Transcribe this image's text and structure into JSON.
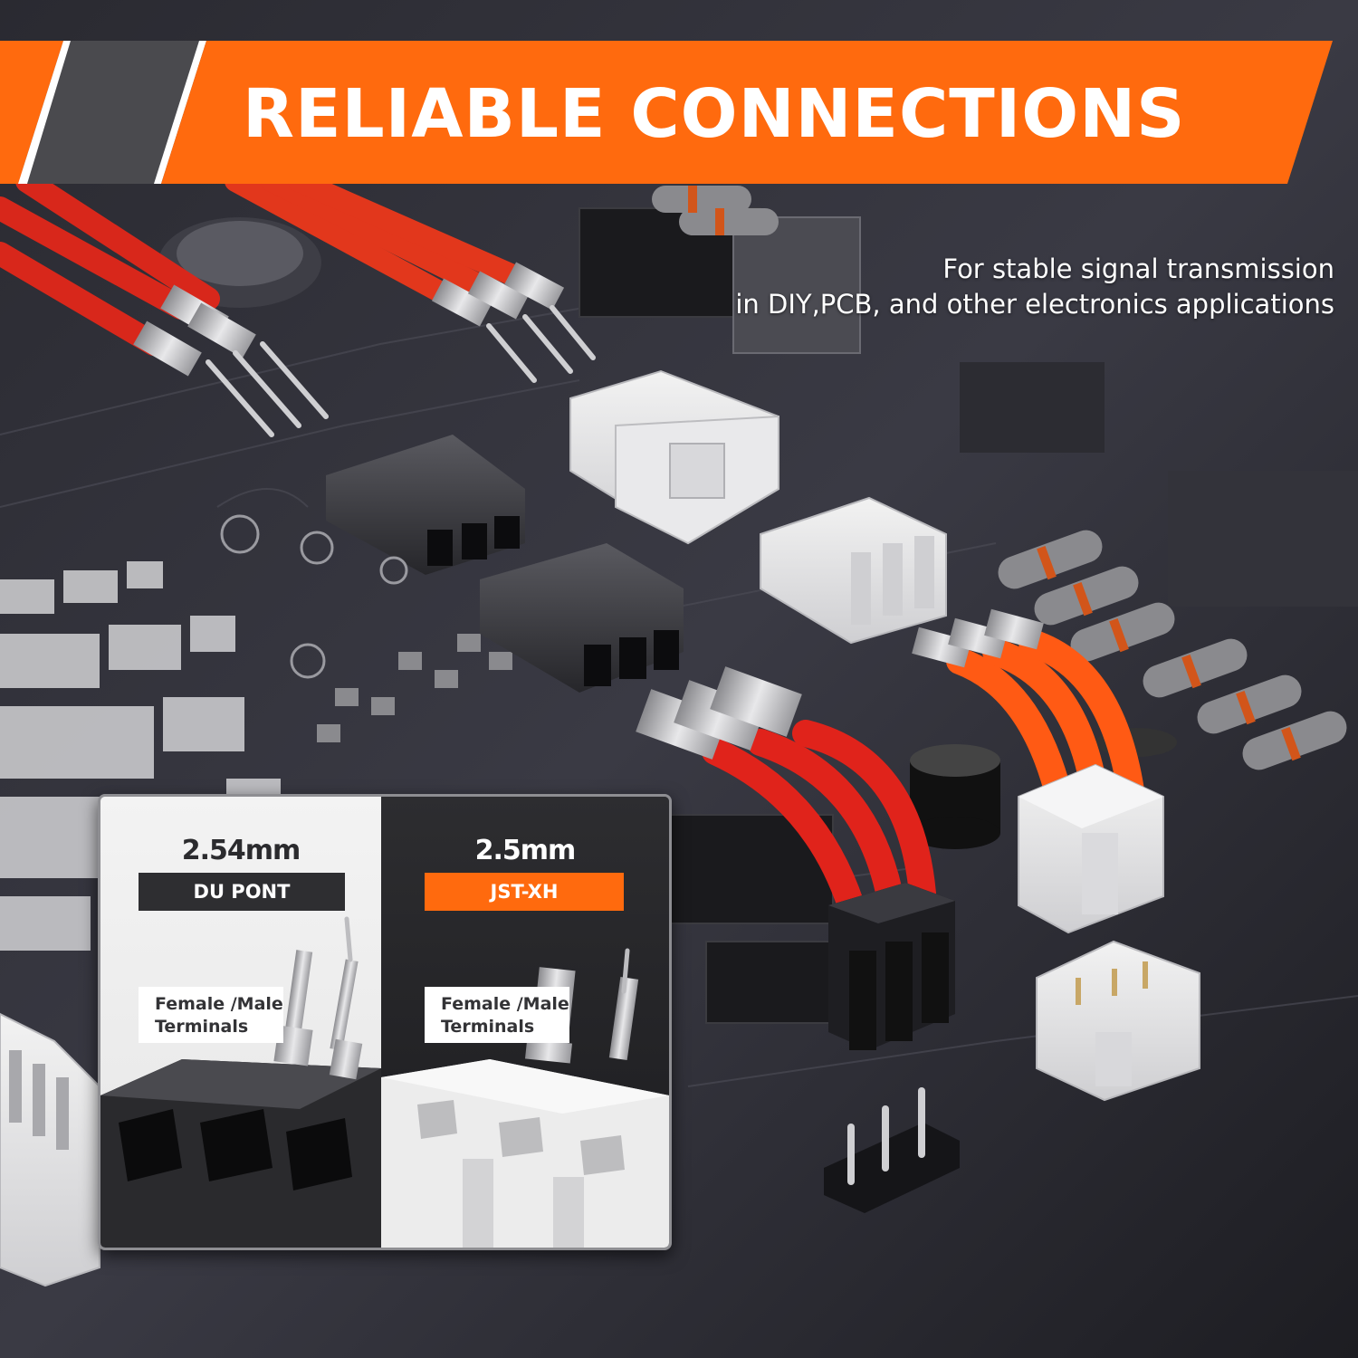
{
  "banner": {
    "title": "RELIABLE CONNECTIONS",
    "colors": {
      "orange": "#ff6a0e",
      "dark": "#4a4a4e",
      "white": "#ffffff"
    }
  },
  "subtitle": {
    "line1": "For stable signal transmission",
    "line2": "in DIY,PCB, and other electronics applications"
  },
  "comparison": {
    "dupont": {
      "pitch": "2.54mm",
      "tag": "DU PONT",
      "terminals_line1": "Female /Male",
      "terminals_line2": "Terminals"
    },
    "jst": {
      "pitch": "2.5mm",
      "tag": "JST-XH",
      "terminals_line1": "Female /Male",
      "terminals_line2": "Terminals"
    }
  }
}
